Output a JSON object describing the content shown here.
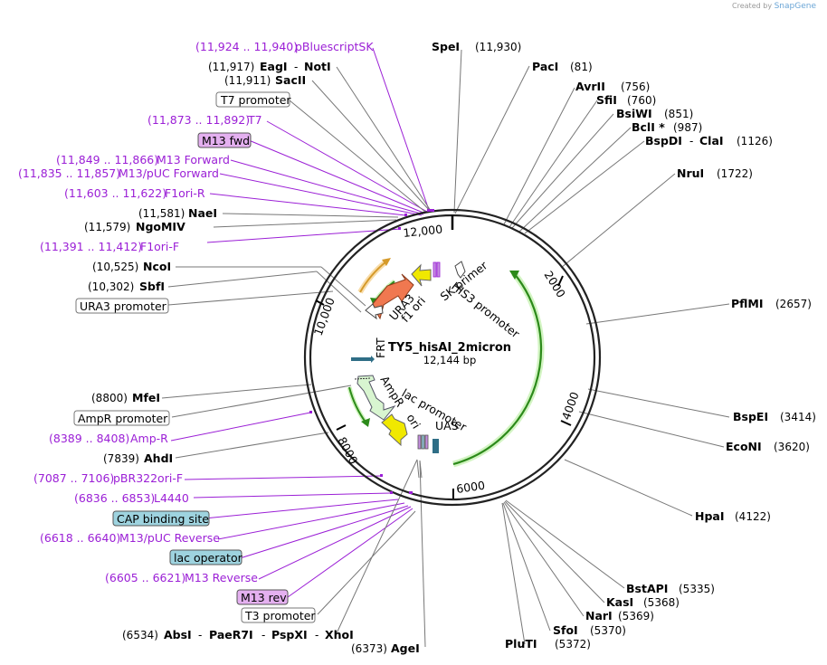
{
  "credit": {
    "prefix": "Created by",
    "brand": "SnapGene"
  },
  "plasmid": {
    "name": "TY5_hisAI_2micron",
    "size": "12,144 bp"
  },
  "ticks": [
    "12,000",
    "2000",
    "4000",
    "6000",
    "8000",
    "10,000"
  ],
  "right_labels": [
    {
      "name": "SpeI",
      "pos": "(11,930)"
    },
    {
      "name": "PacI",
      "pos": "(81)"
    },
    {
      "name": "AvrII",
      "pos": "(756)"
    },
    {
      "name": "SfiI",
      "pos": "(760)"
    },
    {
      "name": "BsiWI",
      "pos": "(851)"
    },
    {
      "name": "BclI *",
      "pos": "(987)"
    },
    {
      "name": "BspDI",
      "name2": "ClaI",
      "pos": "(1126)"
    },
    {
      "name": "NruI",
      "pos": "(1722)"
    },
    {
      "name": "PflMI",
      "pos": "(2657)"
    },
    {
      "name": "BspEI",
      "pos": "(3414)"
    },
    {
      "name": "EcoNI",
      "pos": "(3620)"
    },
    {
      "name": "HpaI",
      "pos": "(4122)"
    },
    {
      "name": "BstAPI",
      "pos": "(5335)"
    },
    {
      "name": "KasI",
      "pos": "(5368)"
    },
    {
      "name": "NarI",
      "pos": "(5369)"
    },
    {
      "name": "SfoI",
      "pos": "(5370)"
    },
    {
      "name": "PluTI",
      "pos": "(5372)"
    }
  ],
  "left_labels": [
    {
      "kind": "feat",
      "range": "(11,924 .. 11,940)",
      "name": "pBluescriptSK"
    },
    {
      "kind": "enz",
      "pos": "(11,917)",
      "name": "EagI",
      "name2": "NotI"
    },
    {
      "kind": "enz",
      "pos": "(11,911)",
      "name": "SacII"
    },
    {
      "kind": "box",
      "name": "T7 promoter"
    },
    {
      "kind": "feat",
      "range": "(11,873 .. 11,892)",
      "name": "T7"
    },
    {
      "kind": "pbox",
      "name": "M13 fwd"
    },
    {
      "kind": "feat",
      "range": "(11,849 .. 11,866)",
      "name": "M13 Forward"
    },
    {
      "kind": "feat",
      "range": "(11,835 .. 11,857)",
      "name": "M13/pUC Forward"
    },
    {
      "kind": "feat",
      "range": "(11,603 .. 11,622)",
      "name": "F1ori-R"
    },
    {
      "kind": "enz",
      "pos": "(11,581)",
      "name": "NaeI"
    },
    {
      "kind": "enz",
      "pos": "(11,579)",
      "name": "NgoMIV"
    },
    {
      "kind": "feat",
      "range": "(11,391 .. 11,412)",
      "name": "F1ori-F"
    },
    {
      "kind": "enz",
      "pos": "(10,525)",
      "name": "NcoI"
    },
    {
      "kind": "enz",
      "pos": "(10,302)",
      "name": "SbfI"
    },
    {
      "kind": "box",
      "name": "URA3 promoter"
    },
    {
      "kind": "enz",
      "pos": "(8800)",
      "name": "MfeI"
    },
    {
      "kind": "box",
      "name": "AmpR promoter"
    },
    {
      "kind": "feat",
      "range": "(8389 .. 8408)",
      "name": "Amp-R"
    },
    {
      "kind": "enz",
      "pos": "(7839)",
      "name": "AhdI"
    },
    {
      "kind": "feat",
      "range": "(7087 .. 7106)",
      "name": "pBR322ori-F"
    },
    {
      "kind": "feat",
      "range": "(6836 .. 6853)",
      "name": "L4440"
    },
    {
      "kind": "bbox",
      "name": "CAP binding site"
    },
    {
      "kind": "feat",
      "range": "(6618 .. 6640)",
      "name": "M13/pUC Reverse"
    },
    {
      "kind": "bbox",
      "name": "lac operator"
    },
    {
      "kind": "feat",
      "range": "(6605 .. 6621)",
      "name": "M13 Reverse"
    },
    {
      "kind": "pbox",
      "name": "M13 rev"
    },
    {
      "kind": "box",
      "name": "T3 promoter"
    }
  ],
  "bottom_labels": {
    "abs": {
      "pos": "(6534)",
      "n1": "AbsI",
      "n2": "PaeR7I",
      "n3": "PspXI",
      "n4": "XhoI"
    },
    "age": {
      "pos": "(6373)",
      "name": "AgeI"
    }
  },
  "inner_labels": {
    "his3": "HIS3 promoter",
    "sk": "SK primer",
    "ura3": "URA3",
    "f1": "f1 ori",
    "frt": "FRT",
    "ampr": "AmpR",
    "ori": "ori",
    "lac": "lac promoter",
    "uas": "UAS"
  },
  "colors": {
    "purple": "#9b1fd6",
    "ring": "#222222",
    "his3_green": "#2c8a1a",
    "ura3_orange": "#f07850",
    "f1_yellow": "#f0e800",
    "ampr_green": "#d8f5d0",
    "promoter_line": "#d59a2a",
    "uas_teal": "#2f6e86"
  }
}
